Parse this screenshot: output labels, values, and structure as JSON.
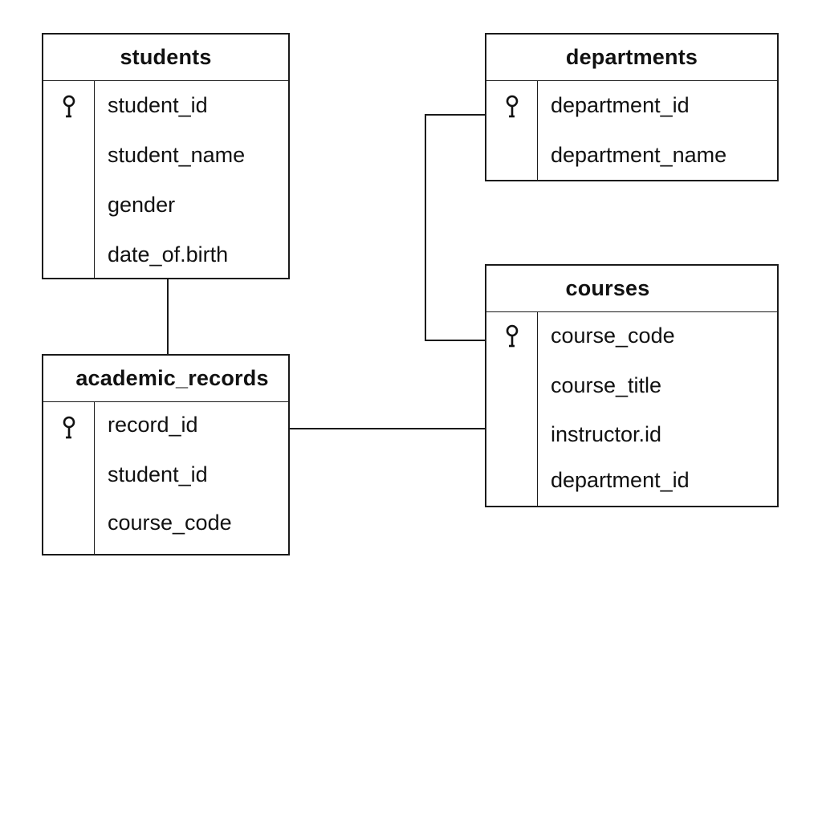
{
  "entities": {
    "students": {
      "title": "students",
      "fields": [
        "student_id",
        "student_name",
        "gender",
        "date_of.birth"
      ],
      "key_field": "student_id"
    },
    "departments": {
      "title": "departments",
      "fields": [
        "department_id",
        "department_name"
      ],
      "key_field": "department_id"
    },
    "academic_records": {
      "title": "academic_records",
      "fields": [
        "record_id",
        "student_id",
        "course_code"
      ],
      "key_field": "record_id"
    },
    "courses": {
      "title": "courses",
      "fields": [
        "course_code",
        "course_title",
        "instructor.id",
        "department_id"
      ],
      "key_field": "course_code"
    }
  },
  "relationships": [
    {
      "from": "students",
      "to": "academic_records"
    },
    {
      "from": "academic_records",
      "to": "courses"
    },
    {
      "from": "departments",
      "to": "courses"
    }
  ],
  "icons": {
    "primary_key": "key-icon"
  },
  "colors": {
    "line": "#1a1a1a",
    "background": "#ffffff",
    "text": "#111111"
  }
}
